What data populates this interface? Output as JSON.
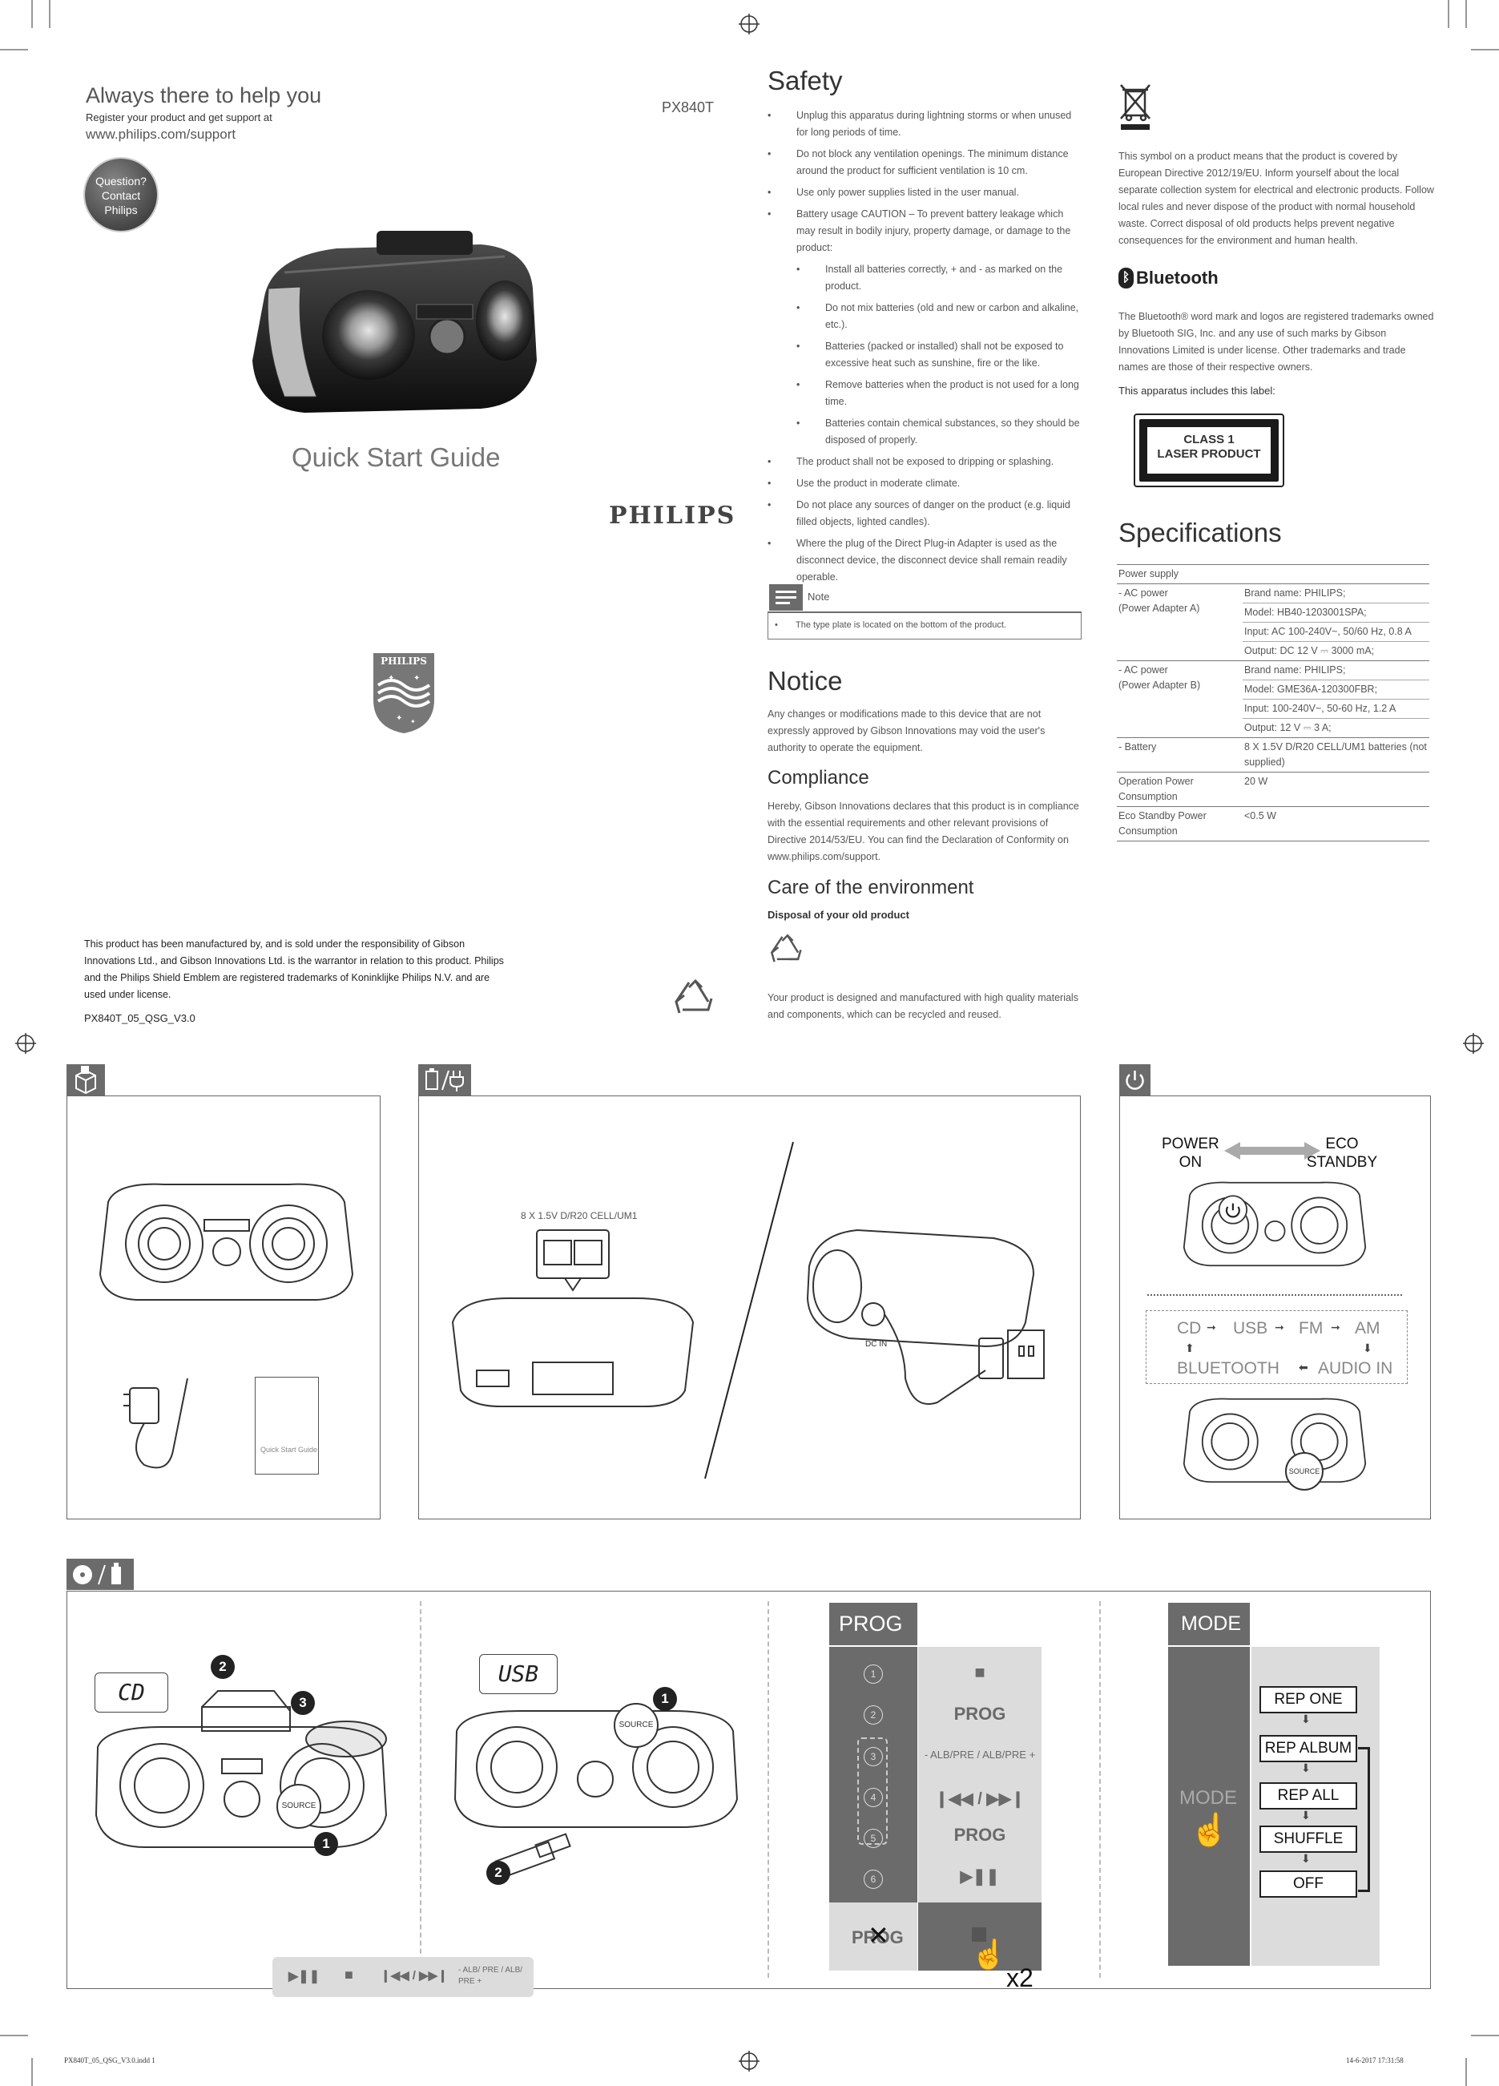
{
  "header": {
    "slogan": "Always there to help you",
    "register": "Register your product and get support at",
    "url": "www.philips.com/support",
    "model": "PX840T",
    "question_badge": [
      "Question?",
      "Contact",
      "Philips"
    ],
    "guide_title": "Quick Start Guide",
    "brand": "PHILIPS",
    "shield_brand": "PHILIPS"
  },
  "legal": {
    "text": "This product has been manufactured by, and is sold under the responsibility of Gibson Innovations Ltd., and Gibson Innovations Ltd. is the warrantor in relation to this product. Philips and the Philips Shield Emblem are registered trademarks of Koninklijke Philips N.V. and are used under license.",
    "doc_code": "PX840T_05_QSG_V3.0"
  },
  "safety": {
    "title": "Safety",
    "items": [
      "Unplug this apparatus during lightning storms or when unused for long periods of time.",
      "Do not block any ventilation openings. The minimum distance around the product for sufficient ventilation is 10 cm.",
      "Use only power supplies listed in the user manual.",
      "Battery usage CAUTION – To prevent battery leakage which may result in bodily injury, property damage, or damage to the product:"
    ],
    "sub_items": [
      "Install all batteries correctly, + and - as marked on the product.",
      "Do not mix batteries (old and new or carbon and alkaline, etc.).",
      "Batteries (packed or installed) shall not be exposed to excessive heat such as sunshine, fire or the like.",
      "Remove batteries when the product is not used for a long time.",
      "Batteries contain chemical substances, so they should be disposed of properly."
    ],
    "items2": [
      "The product shall not be exposed to dripping or splashing.",
      "Use the product in moderate climate.",
      "Do not place any sources of danger on the product (e.g. liquid filled objects, lighted candles).",
      "Where the plug of the Direct Plug-in Adapter is used as the disconnect device, the disconnect device shall remain readily operable."
    ],
    "note_label": "Note",
    "note_text": "The type plate is located on the bottom of the product."
  },
  "notice": {
    "title": "Notice",
    "text": "Any changes or modifications made to this device that are not expressly approved by Gibson Innovations may void the user's authority to operate the equipment.",
    "compliance_title": "Compliance",
    "compliance_text": "Hereby, Gibson Innovations declares that this product is in compliance with the essential requirements and other relevant provisions of Directive 2014/53/EU. You can find the Declaration of Conformity on www.philips.com/support.",
    "env_title": "Care of the environment",
    "disposal_title": "Disposal of your old product",
    "disposal_text": "Your product is designed and manufactured with high quality materials and components, which can be recycled and reused."
  },
  "weee": {
    "text": "This symbol on a product means that the product is covered by European Directive 2012/19/EU. Inform yourself about the local separate collection system for electrical and electronic products. Follow local rules and never dispose of the product with normal household waste. Correct disposal of old products helps prevent negative consequences for the environment and human health."
  },
  "bluetooth": {
    "logo": "Bluetooth",
    "text": "The Bluetooth® word mark and logos are registered trademarks owned by Bluetooth SIG, Inc. and any use of such marks by Gibson Innovations Limited is under license. Other trademarks and trade names are those of their respective owners.",
    "label_intro": "This apparatus includes this label:",
    "laser_line1": "CLASS 1",
    "laser_line2": "LASER PRODUCT"
  },
  "specs": {
    "title": "Specifications",
    "rows": [
      {
        "label": "Power supply",
        "values": [
          ""
        ]
      },
      {
        "label": "- AC power\n(Power Adapter A)",
        "values": [
          "Brand name: PHILIPS;",
          "Model: HB40-1203001SPA;",
          "Input: AC 100-240V~, 50/60 Hz, 0.8 A",
          "Output: DC 12 V ⎓ 3000 mA;"
        ]
      },
      {
        "label": "- AC power\n(Power Adapter B)",
        "values": [
          "Brand name: PHILIPS;",
          "Model: GME36A-120300FBR;",
          "Input: 100-240V~, 50-60 Hz, 1.2 A",
          "Output: 12 V ⎓ 3 A;"
        ]
      },
      {
        "label": "- Battery",
        "values": [
          "8 X 1.5V D/R20 CELL/UM1 batteries (not supplied)"
        ]
      },
      {
        "label": "Operation Power Consumption",
        "values": [
          "20 W"
        ]
      },
      {
        "label": "Eco Standby Power Consumption",
        "values": [
          "<0.5 W"
        ]
      }
    ]
  },
  "panels": {
    "box_contents": {
      "booklet_label": "Quick Start Guide"
    },
    "power": {
      "battery_label": "8 X 1.5V D/R20 CELL/UM1",
      "dc_label": "DC IN"
    },
    "on": {
      "power_on": [
        "POWER",
        "ON"
      ],
      "eco_standby": [
        "ECO",
        "STANDBY"
      ],
      "sources_top": [
        "CD",
        "USB",
        "FM",
        "AM"
      ],
      "sources_bottom": [
        "BLUETOOTH",
        "AUDIO IN"
      ],
      "source_btn": "SOURCE"
    },
    "play": {
      "lcd_cd": "CD",
      "lcd_usb": "USB",
      "source_btn": "SOURCE",
      "step_numbers": [
        "1",
        "2",
        "3"
      ],
      "controls": [
        "▶❚❚",
        "■",
        "❙◀◀ / ▶▶❙",
        "- ALB/ PRE / ALB/ PRE +"
      ]
    },
    "prog": {
      "title": "PROG",
      "steps": [
        "1",
        "2",
        "3",
        "4",
        "5",
        "6"
      ],
      "actions": [
        "■",
        "PROG",
        "- ALB/PRE / ALB/PRE +",
        "❙◀◀ / ▶▶❙",
        "PROG",
        "▶❚❚"
      ],
      "cancel": "PROG",
      "times": "x2"
    },
    "mode": {
      "title": "MODE",
      "button": "MODE",
      "options": [
        "REP ONE",
        "REP ALBUM",
        "REP ALL",
        "SHUFFLE",
        "OFF"
      ]
    }
  },
  "footer": {
    "file": "PX840T_05_QSG_V3.0.indd 1",
    "date": "14-6-2017 17:31:58"
  }
}
